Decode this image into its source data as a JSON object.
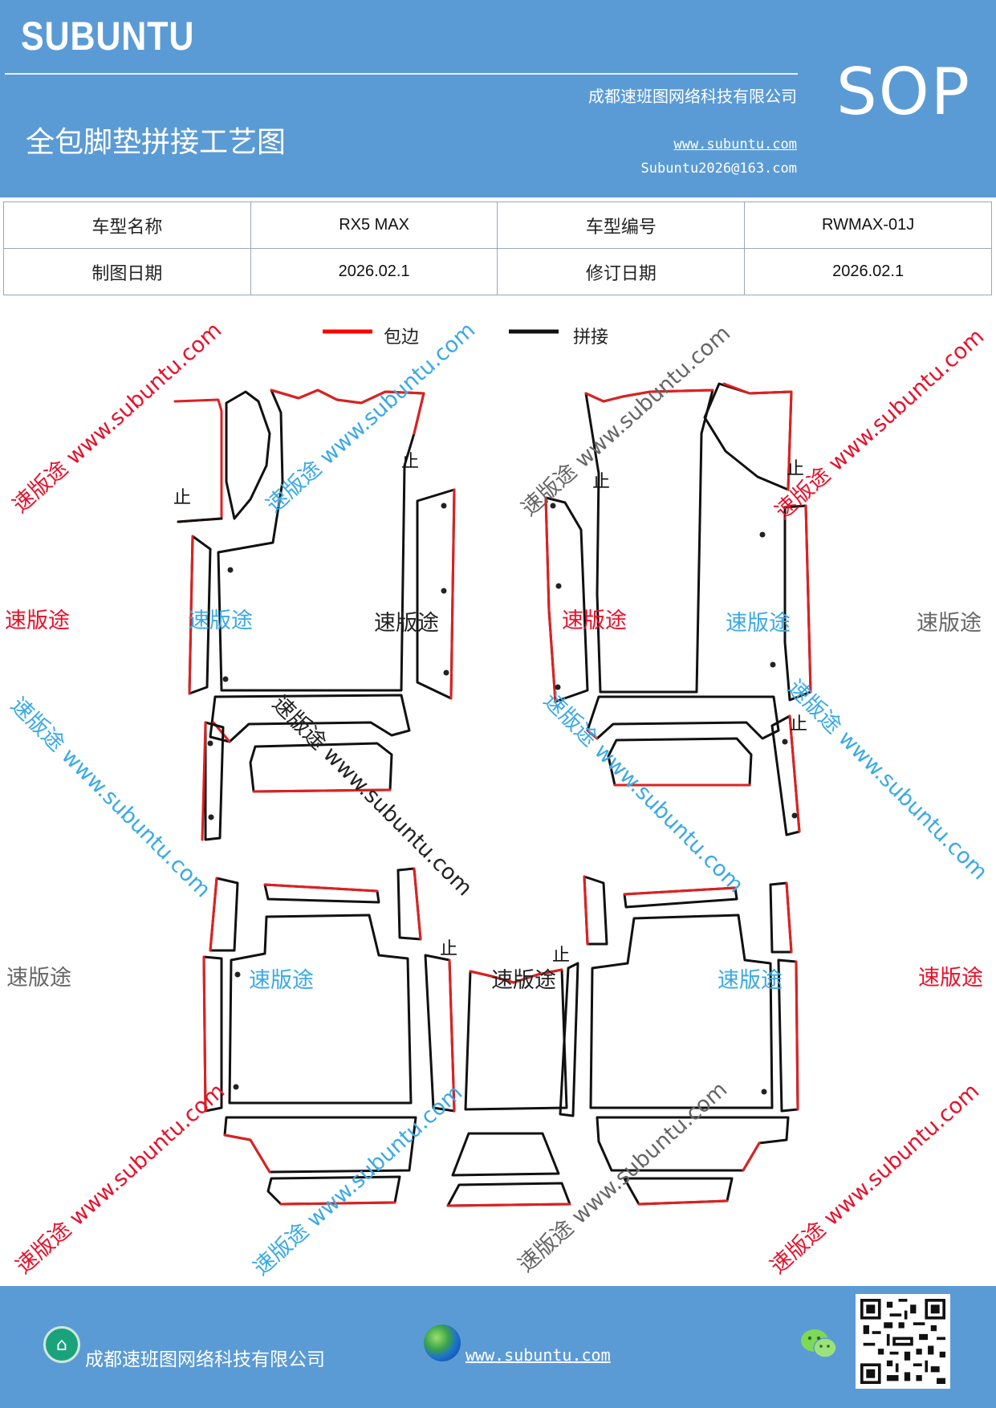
{
  "header": {
    "brand": "SUBUNTU",
    "company": "成都速班图网络科技有限公司",
    "title": "全包脚垫拼接工艺图",
    "website": "www.subuntu.com",
    "email": "Subuntu2026@163.com",
    "badge": "SOP"
  },
  "info": {
    "model_name_label": "车型名称",
    "model_name_value": "RX5 MAX",
    "model_code_label": "车型编号",
    "model_code_value": "RWMAX-01J",
    "draw_date_label": "制图日期",
    "draw_date_value": "2026.02.1",
    "revise_date_label": "修订日期",
    "revise_date_value": "2026.02.1"
  },
  "legend": {
    "edge_label": "包边",
    "edge_color": "#ff0000",
    "splice_label": "拼接",
    "splice_color": "#111111"
  },
  "marks": {
    "stop": "止",
    "watermark_short": "速版途",
    "watermark_long": "速版途 www.subuntu.com"
  },
  "footer": {
    "company": "成都速班图网络科技有限公司",
    "website": "www.subuntu.com",
    "home_icon": "home-icon",
    "globe_icon": "globe-icon",
    "wechat_icon": "wechat-icon",
    "qr_icon": "qr-code-icon"
  },
  "colors": {
    "header_bg": "#5b9bd5",
    "watermark_red": "#e8102a",
    "watermark_blue": "#3aa9e6",
    "watermark_gray": "#666666"
  }
}
